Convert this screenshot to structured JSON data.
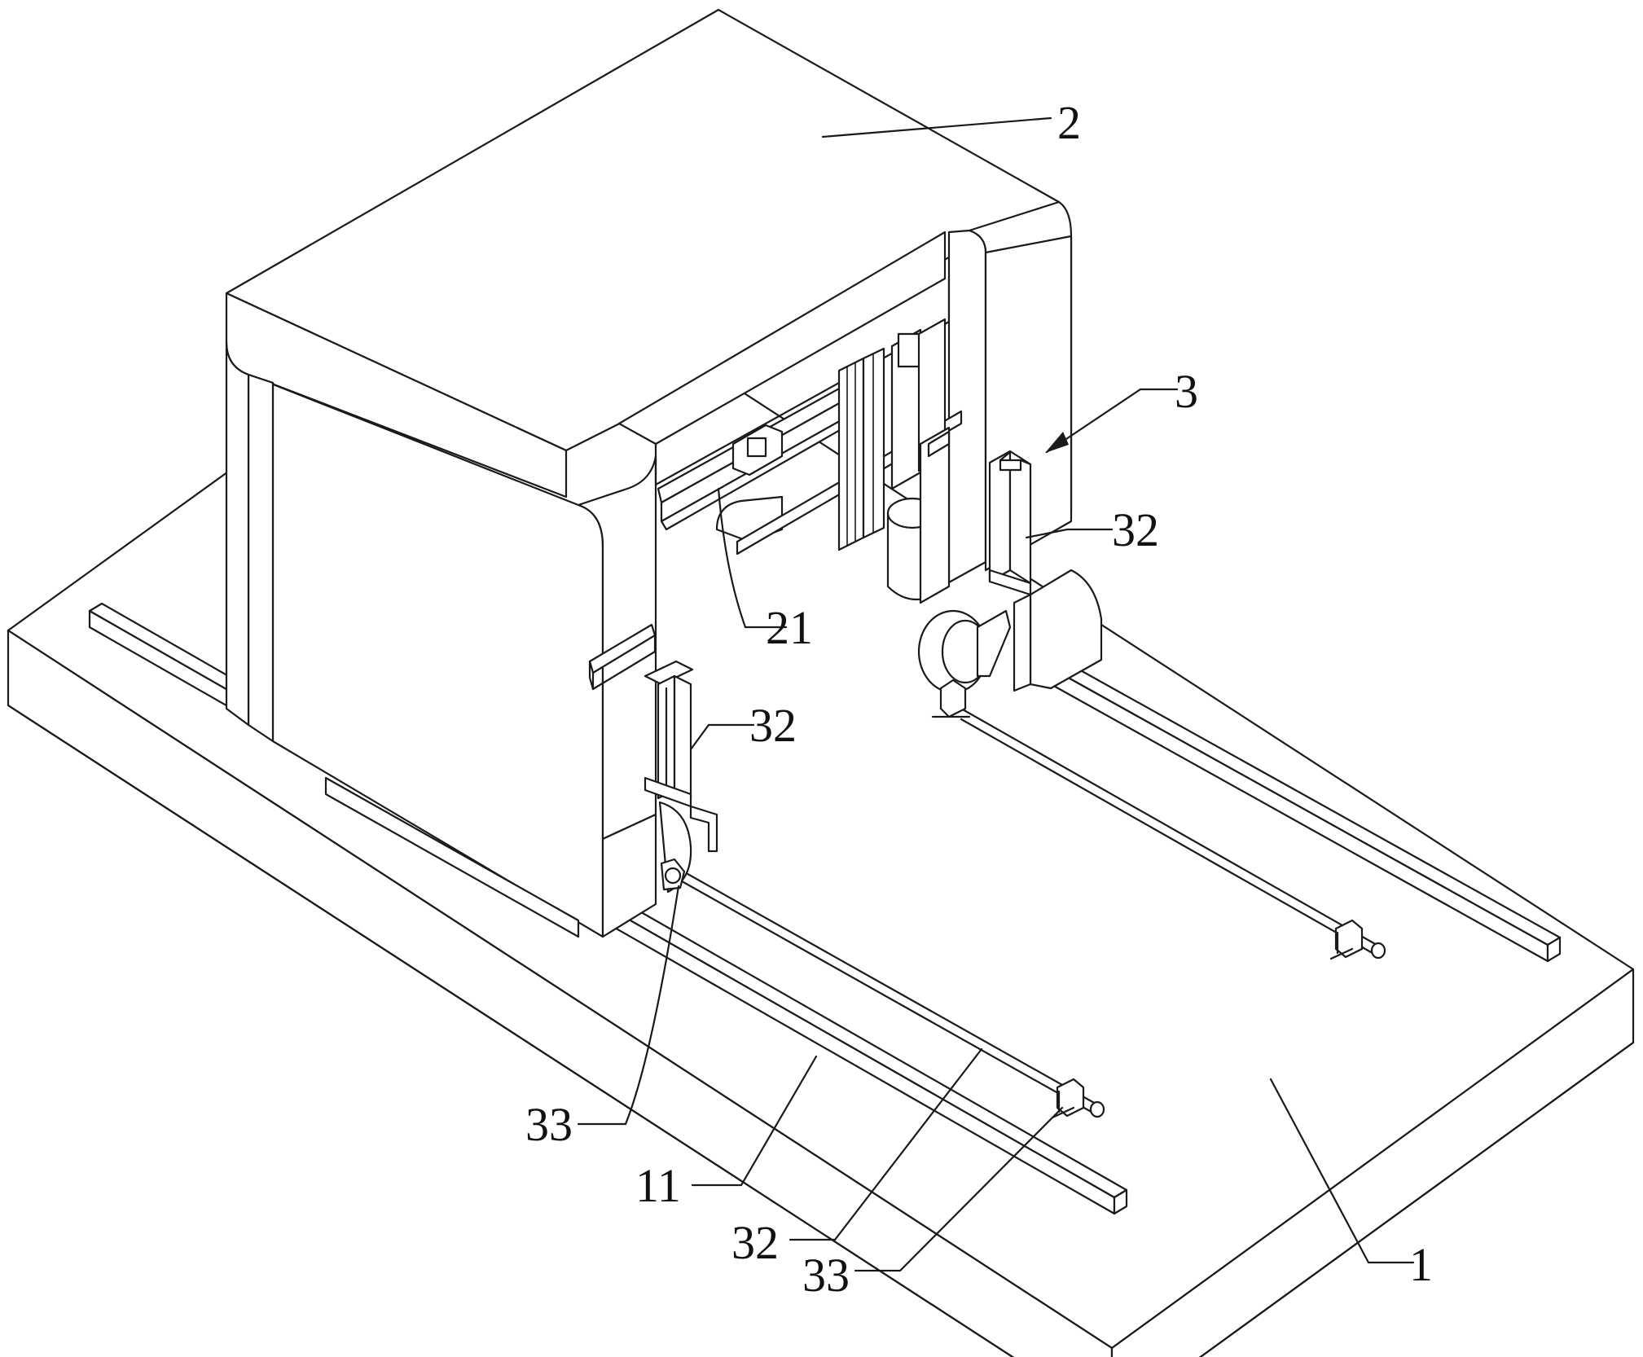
{
  "callouts": [
    {
      "id": "c-2",
      "label": "2"
    },
    {
      "id": "c-3",
      "label": "3"
    },
    {
      "id": "c-32a",
      "label": "32"
    },
    {
      "id": "c-21",
      "label": "21"
    },
    {
      "id": "c-32b",
      "label": "32"
    },
    {
      "id": "c-33a",
      "label": "33"
    },
    {
      "id": "c-11",
      "label": "11"
    },
    {
      "id": "c-32c",
      "label": "32"
    },
    {
      "id": "c-33b",
      "label": "33"
    },
    {
      "id": "c-1",
      "label": "1"
    }
  ]
}
